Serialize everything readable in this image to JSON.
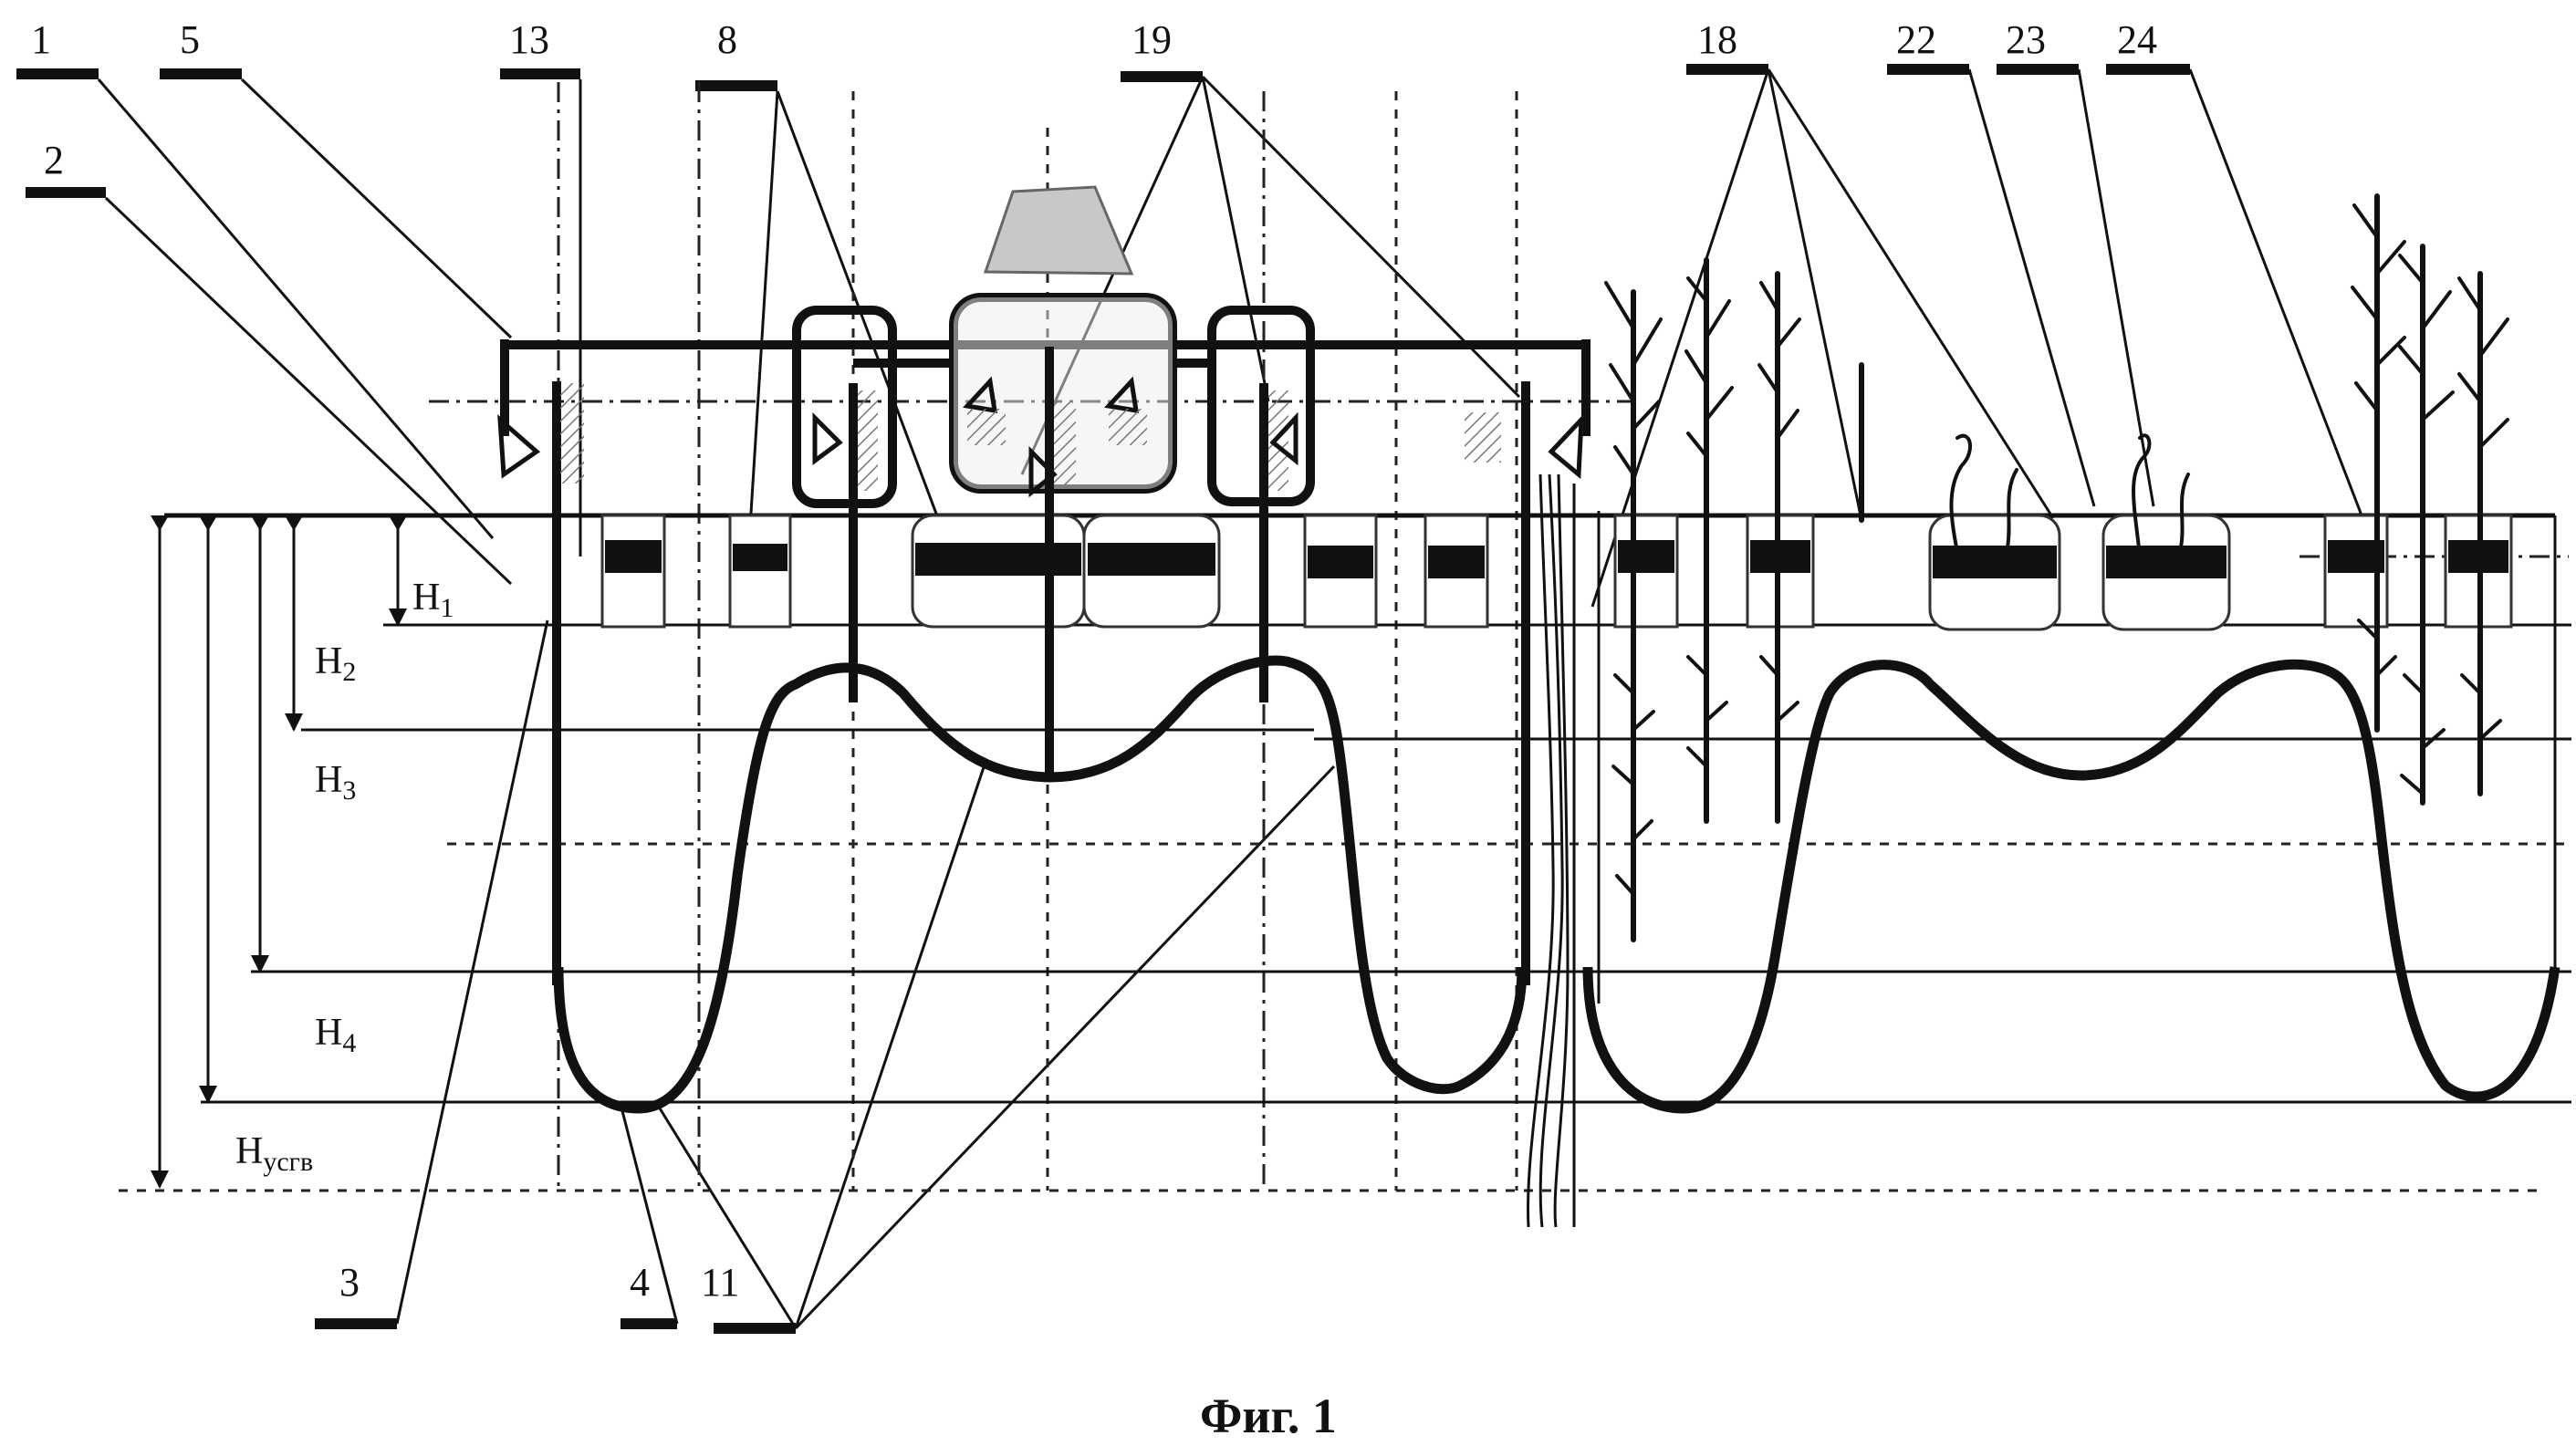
{
  "figure": {
    "caption": "Фиг. 1",
    "callouts": [
      "1",
      "5",
      "2",
      "13",
      "8",
      "19",
      "18",
      "22",
      "23",
      "24",
      "3",
      "4",
      "11"
    ],
    "depths": {
      "h1": {
        "main": "H",
        "sub": "1"
      },
      "h2": {
        "main": "H",
        "sub": "2"
      },
      "h3": {
        "main": "H",
        "sub": "3"
      },
      "h4": {
        "main": "H",
        "sub": "4"
      },
      "hugv": {
        "main": "H",
        "sub": "усгв"
      }
    }
  }
}
